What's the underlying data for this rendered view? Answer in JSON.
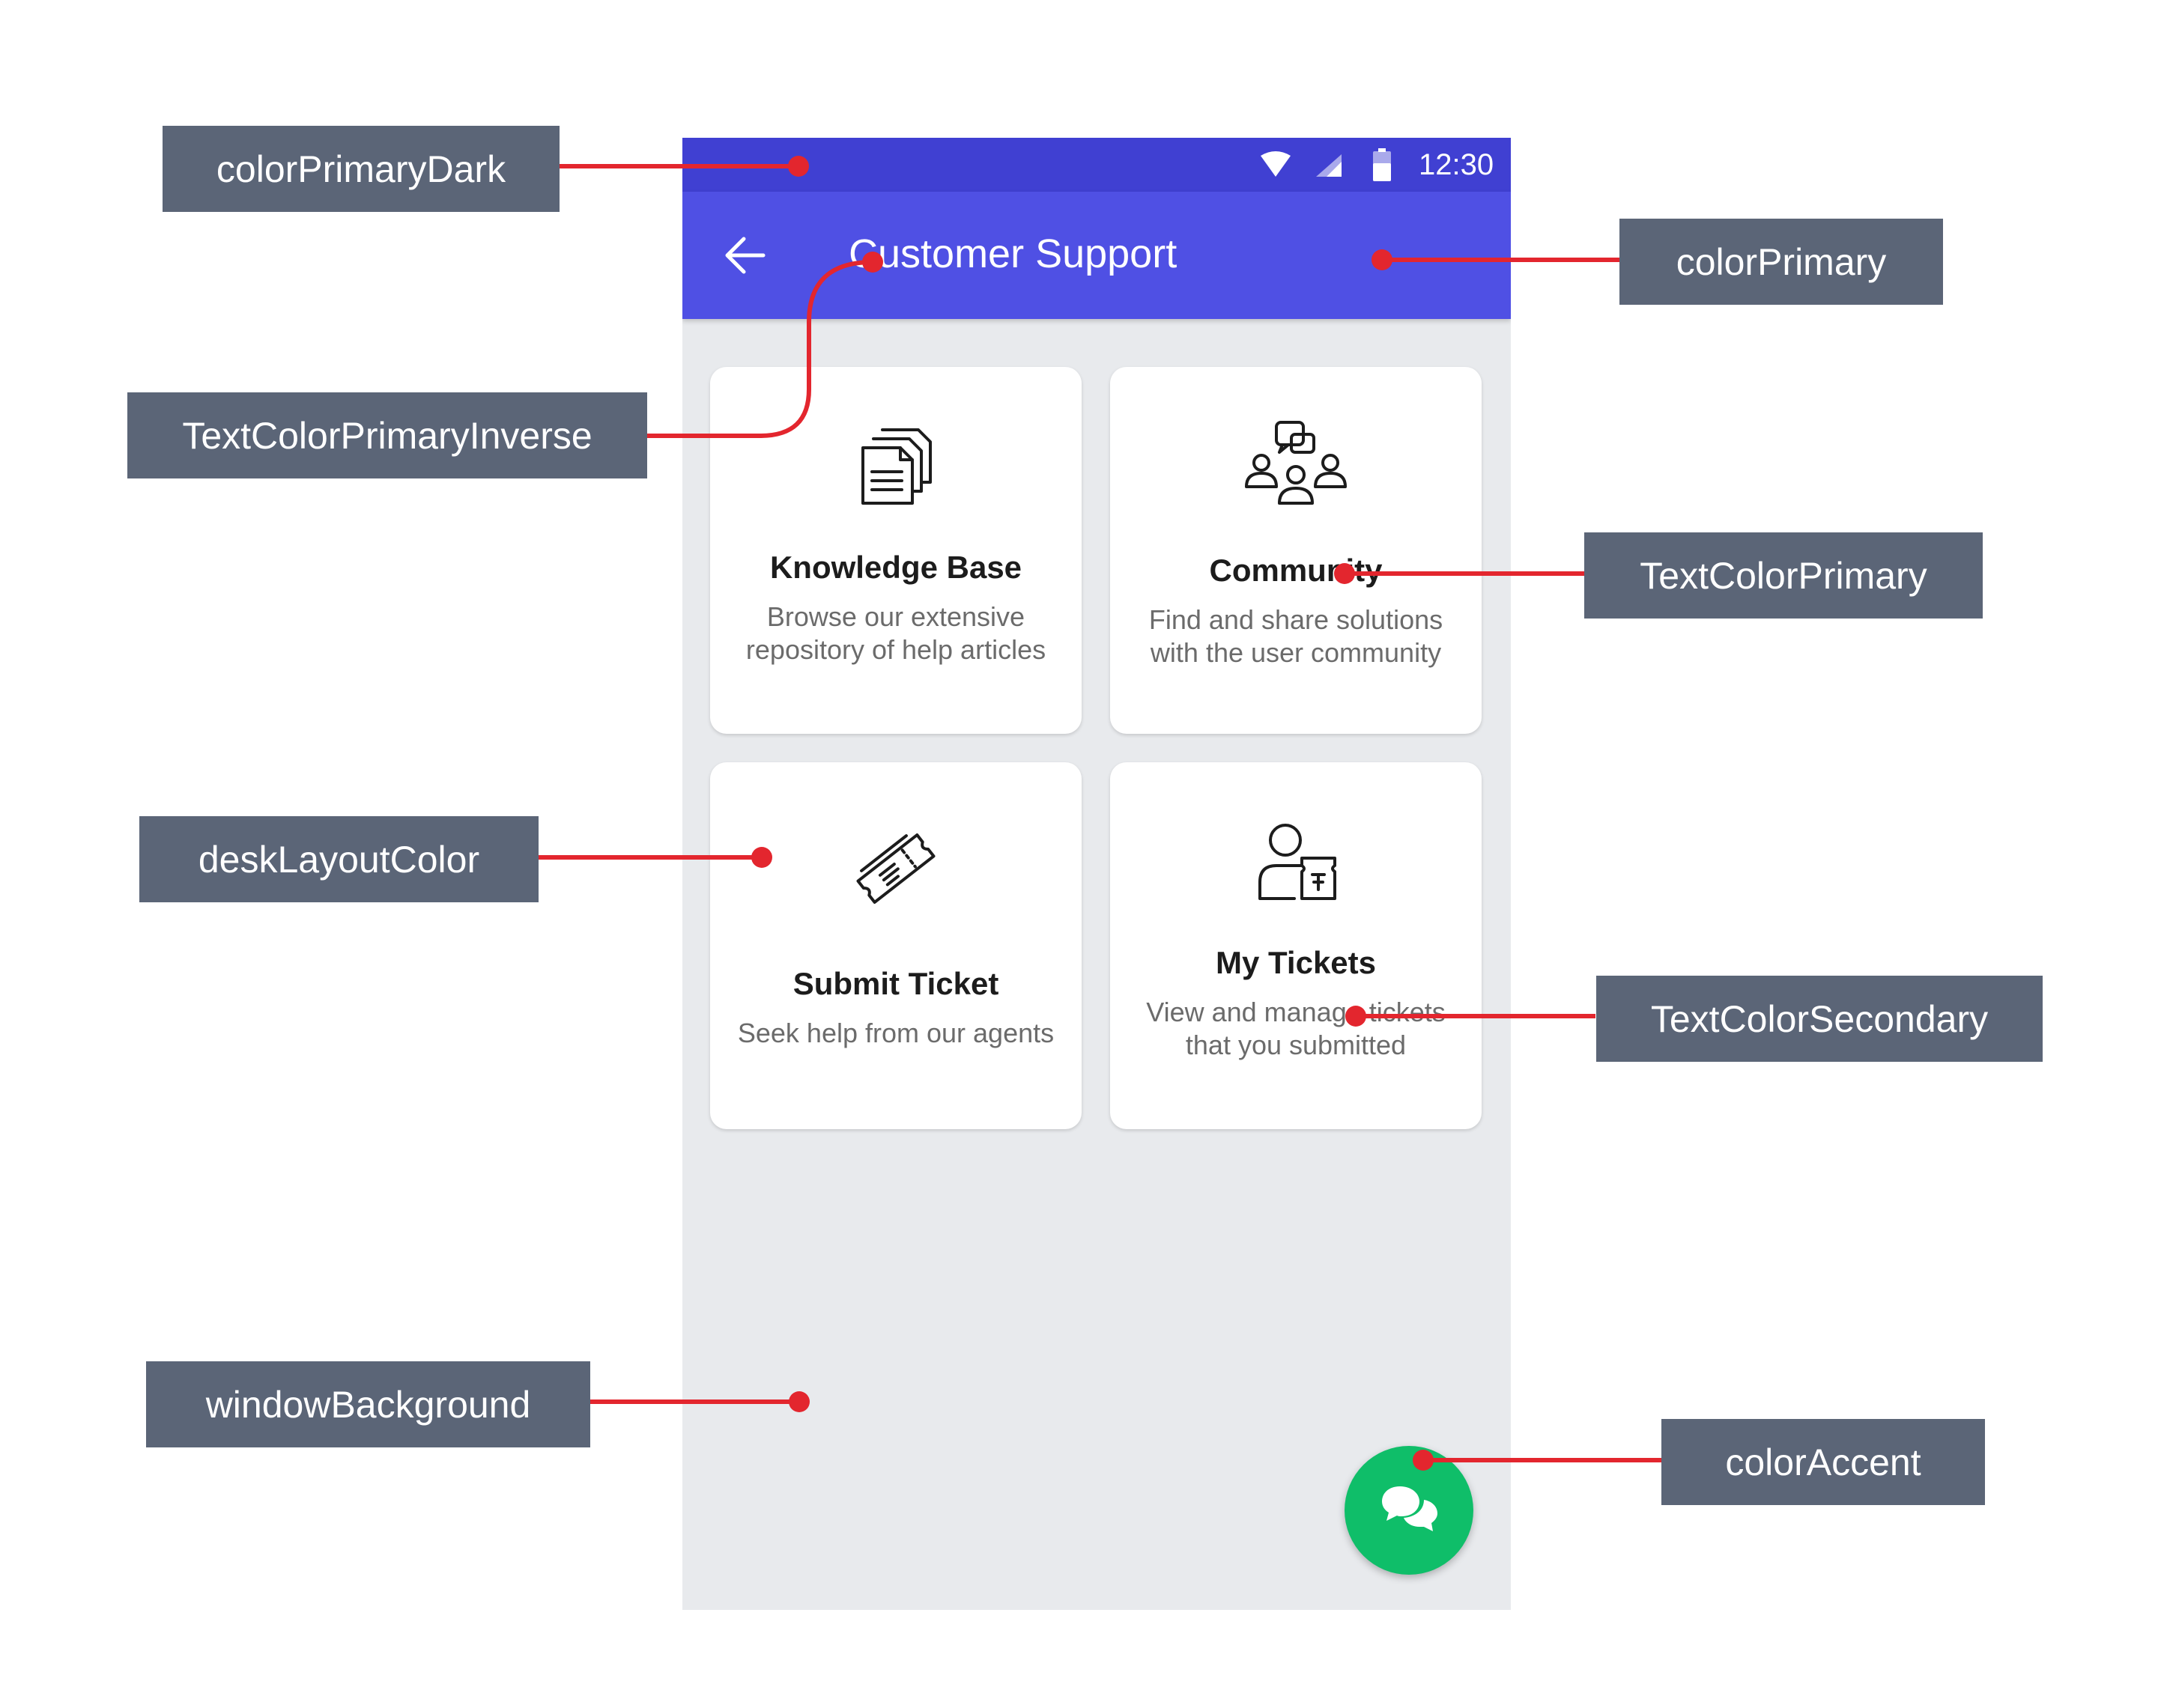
{
  "status_bar": {
    "time": "12:30",
    "color": "#4040d2"
  },
  "app_bar": {
    "title": "Customer Support",
    "color": "#4f50e4",
    "back_icon": "arrow-left-icon"
  },
  "window_background": "#e8eaed",
  "cards": [
    {
      "icon": "documents-icon",
      "title": "Knowledge Base",
      "description": "Browse our extensive repository of help articles"
    },
    {
      "icon": "community-icon",
      "title": "Community",
      "description": "Find and share solutions with the user community"
    },
    {
      "icon": "ticket-icon",
      "title": "Submit Ticket",
      "description": "Seek help from our agents"
    },
    {
      "icon": "user-ticket-icon",
      "title": "My Tickets",
      "description": "View and manage tickets that you submitted"
    }
  ],
  "fab": {
    "icon": "chat-bubbles-icon",
    "color": "#0fbe69"
  },
  "annotations": {
    "color_primary_dark": "colorPrimaryDark",
    "color_primary": "colorPrimary",
    "text_color_primary_inverse": "TextColorPrimaryInverse",
    "text_color_primary": "TextColorPrimary",
    "desk_layout_color": "deskLayoutColor",
    "text_color_secondary": "TextColorSecondary",
    "window_background": "windowBackground",
    "color_accent": "colorAccent",
    "label_color": "#5b6577",
    "leader_color": "#e3262e"
  }
}
